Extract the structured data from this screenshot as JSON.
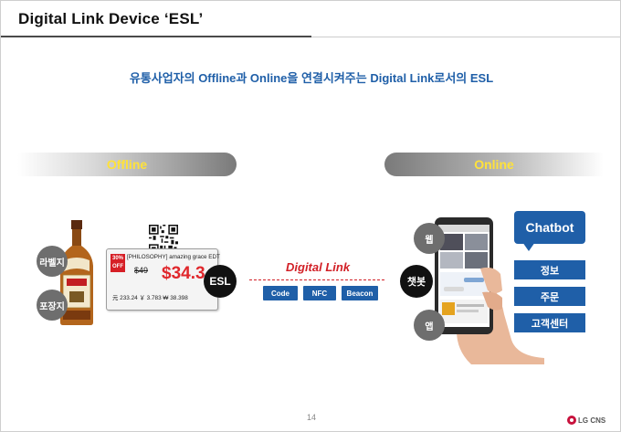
{
  "slide": {
    "title": "Digital Link Device ‘ESL’",
    "subtitle": "유통사업자의 Offline과 Online을 연결시켜주는 Digital Link로서의 ESL",
    "page_number": "14"
  },
  "offline": {
    "label": "Offline",
    "label_circle": "라벨지",
    "package_circle": "포장지",
    "esl_circle": "ESL",
    "esl_label": {
      "badge": "30% OFF",
      "product": "[PHILOSOPHY] amazing grace EDT",
      "old_price": "$49",
      "price": "$34.3",
      "rates": "元 233.24  ￥ 3.783  ₩ 38.398"
    }
  },
  "link": {
    "label": "Digital Link",
    "tags": [
      "Code",
      "NFC",
      "Beacon"
    ]
  },
  "online": {
    "label": "Online",
    "web_circle": "웹",
    "chatbot_circle": "챗봇",
    "app_circle": "앱",
    "chatbot_box": "Chatbot",
    "services": [
      "정보",
      "주문",
      "고객센터"
    ]
  },
  "footer": {
    "logo": "LG CNS"
  },
  "colors": {
    "brand_blue": "#1f5fa8",
    "accent_red": "#d22027",
    "pill_text_yellow": "#ffe23a"
  }
}
